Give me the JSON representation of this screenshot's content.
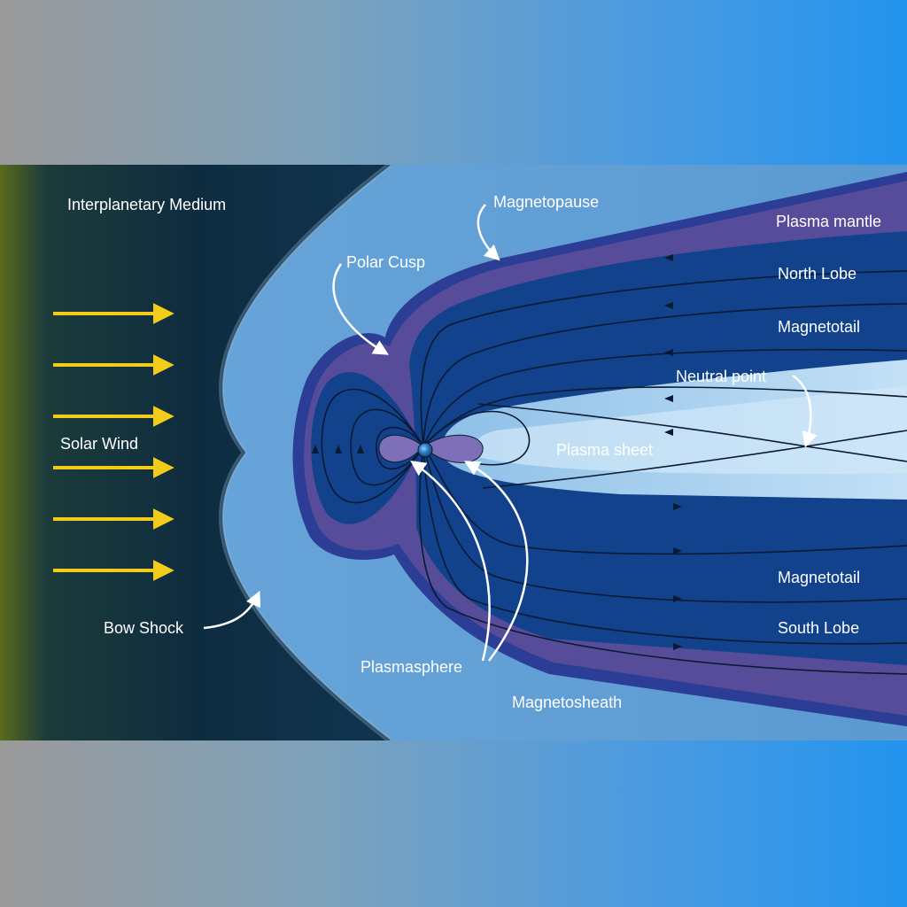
{
  "labels": {
    "interplanetary_medium": "Interplanetary Medium",
    "solar_wind": "Solar Wind",
    "bow_shock": "Bow Shock",
    "polar_cusp": "Polar Cusp",
    "magnetopause": "Magnetopause",
    "plasma_mantle": "Plasma mantle",
    "north_lobe": "North Lobe",
    "magnetotail_upper": "Magnetotail",
    "neutral_point": "Neutral point",
    "plasma_sheet": "Plasma sheet",
    "magnetotail_lower": "Magnetotail",
    "south_lobe": "South Lobe",
    "plasmasphere": "Plasmasphere",
    "magnetosheath": "Magnetosheath"
  },
  "colors": {
    "space_dark": "#0d2b3e",
    "space_edge": "#5a6a1e",
    "magnetosheath": "#5f9fd6",
    "magnetopause_line": "#2b3d94",
    "mantle": "#574c9a",
    "lobe": "#12428c",
    "plasma_sheet": "#b4d7f2",
    "plasmasphere": "#7d6fb8",
    "solar_wind_arrow": "#f2cc18",
    "label": "#ffffff"
  },
  "icons": {
    "earth": "earth-icon",
    "solar_wind_arrows": "arrow-right-icon"
  }
}
